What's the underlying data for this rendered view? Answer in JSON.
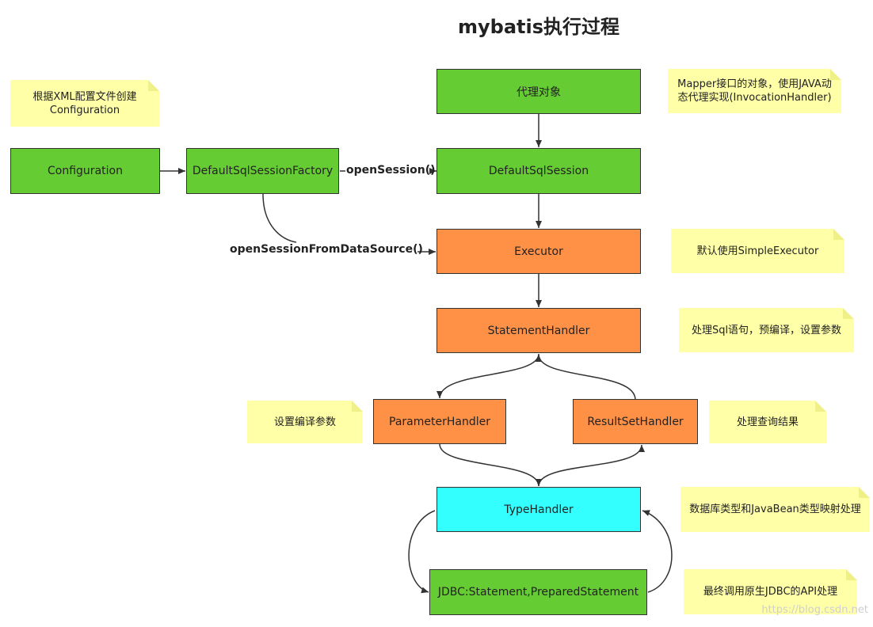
{
  "title": "mybatis执行过程",
  "nodes": {
    "configuration": "Configuration",
    "factory": "DefaultSqlSessionFactory",
    "proxy": "代理对象",
    "session": "DefaultSqlSession",
    "executor": "Executor",
    "statement_handler": "StatementHandler",
    "parameter_handler": "ParameterHandler",
    "resultset_handler": "ResultSetHandler",
    "type_handler": "TypeHandler",
    "jdbc": "JDBC:Statement,PreparedStatement"
  },
  "edge_labels": {
    "open_session": "openSession()",
    "open_session_from_datasource": "openSessionFromDataSource()"
  },
  "notes": {
    "config": [
      "根据XML配置文件创建",
      "Configuration"
    ],
    "mapper": [
      "Mapper接口的对象，使用JAVA动",
      "态代理实现(InvocationHandler)"
    ],
    "executor": "默认使用SimpleExecutor",
    "statement": "处理Sql语句，预编译，设置参数",
    "parameter": "设置编译参数",
    "resultset": "处理查询结果",
    "typehandler": "数据库类型和JavaBean类型映射处理",
    "jdbc": "最终调用原生JDBC的API处理"
  },
  "watermark": "https://blog.csdn.net",
  "colors": {
    "green": "#66cc33",
    "orange": "#ff9147",
    "cyan": "#33ffff",
    "note": "#ffffa8",
    "highlight_ellipse": "#e53935"
  }
}
